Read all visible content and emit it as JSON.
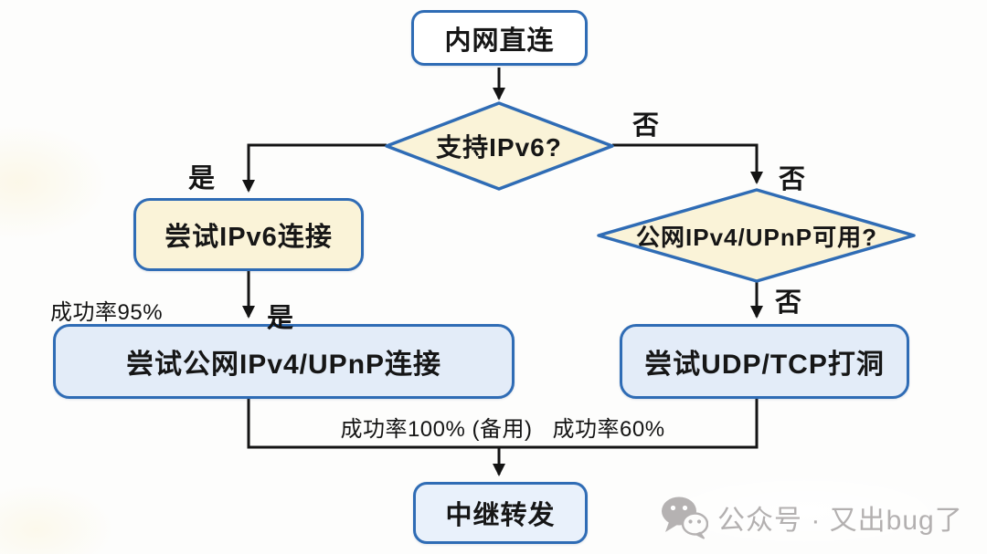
{
  "nodes": {
    "start": {
      "label": "内网直连"
    },
    "decision_ipv6": {
      "label": "支持IPv6?"
    },
    "try_ipv6": {
      "label": "尝试IPv6连接"
    },
    "decision_ipv4_upnp": {
      "label": "公网IPv4/UPnP可用?"
    },
    "try_ipv4_upnp": {
      "label": "尝试公网IPv4/UPnP连接"
    },
    "try_holepunch": {
      "label": "尝试UDP/TCP打洞"
    },
    "relay": {
      "label": "中继转发"
    }
  },
  "edge_labels": {
    "ipv6_yes": "是",
    "ipv6_no": "否",
    "to_decision_ipv4_no": "否",
    "try_ipv6_yes": "是",
    "ipv4_upnp_no": "否",
    "rate_ipv6": "成功率95%",
    "rate_relay_backup": "成功率100% (备用)",
    "rate_holepunch": "成功率60%"
  },
  "watermark": {
    "icon": "wechat-chat-bubbles-icon",
    "text": "公众号 · 又出bug了"
  },
  "colors": {
    "node_border": "#2f6cb5",
    "decision_fill": "#faf3d8",
    "process_fill": "#e3ecf8",
    "relay_fill": "#e9f1fb",
    "start_fill": "#ffffff",
    "edge": "#141414",
    "watermark": "#b3b0b0"
  }
}
